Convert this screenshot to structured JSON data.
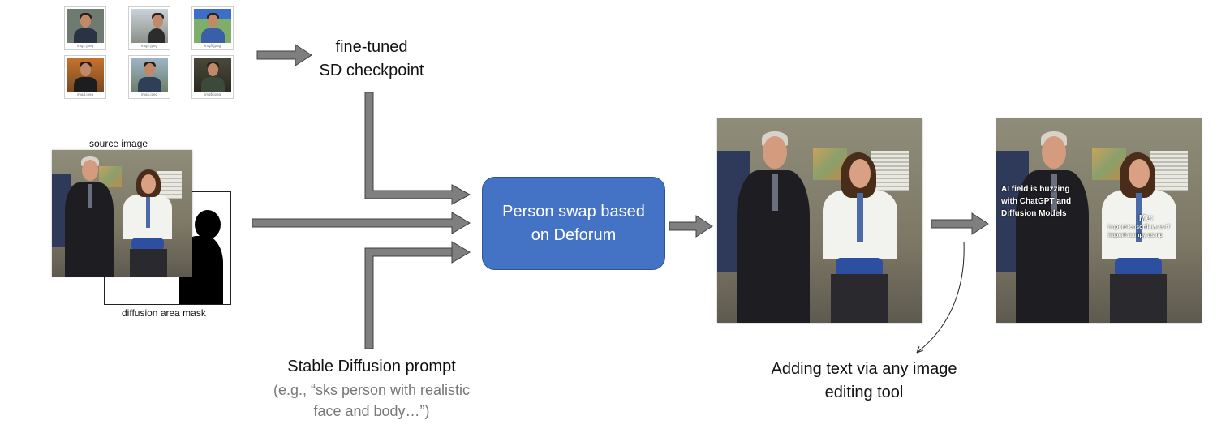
{
  "training_images": {
    "captions": [
      "img1.jpeg",
      "img2.jpeg",
      "img3.jpeg",
      "img4.jpeg",
      "img5.jpeg",
      "img6.jpeg"
    ]
  },
  "checkpoint_label": {
    "line1": "fine-tuned",
    "line2": "SD checkpoint"
  },
  "source_label": "source image",
  "mask_label": "diffusion area mask",
  "process_node": {
    "line1": "Person swap based",
    "line2": "on Deforum"
  },
  "prompt_label": {
    "title": "Stable Diffusion prompt",
    "example_line1": "(e.g., “sks person with realistic",
    "example_line2": "face and body…”)"
  },
  "edit_label": {
    "line1": "Adding text via any image",
    "line2": "editing tool"
  },
  "meme_text": {
    "left_line1": "AI field is buzzing",
    "left_line2": "with ChatGPT and",
    "left_line3": "Diffusion Models",
    "right_title": "Me:",
    "right_line1": "import tensorflow as tf",
    "right_line2": "import numpy as np"
  },
  "colors": {
    "node_fill": "#4472c4",
    "arrow_fill": "#7f7f7f",
    "arrow_stroke": "#404040"
  }
}
